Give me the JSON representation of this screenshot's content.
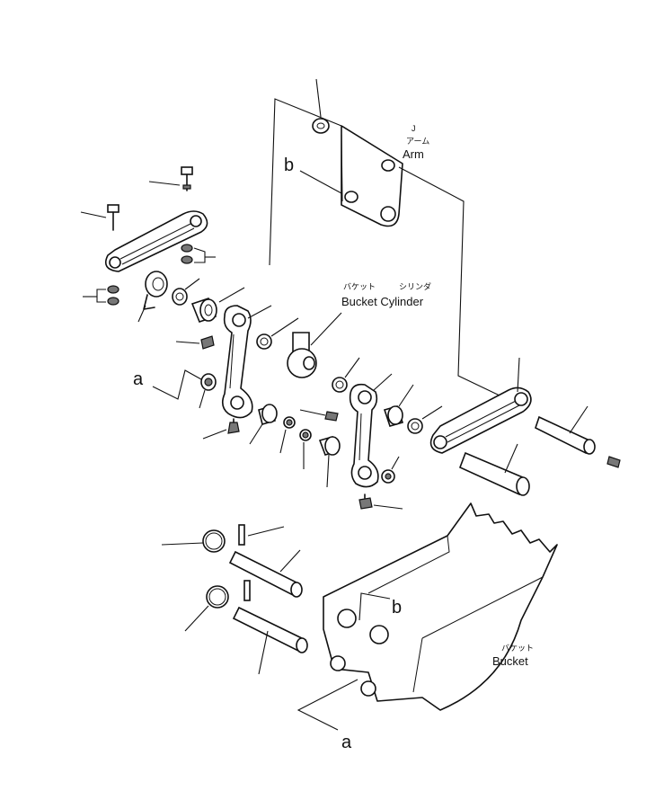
{
  "labels": {
    "arm": {
      "jp": "アーム",
      "en": "Arm",
      "mark": "J"
    },
    "bucket_cylinder": {
      "jp_left": "バケット",
      "jp_right": "シリンダ",
      "en": "Bucket Cylinder"
    },
    "bucket": {
      "jp": "バケット",
      "en": "Bucket"
    },
    "ref_a_top": "a",
    "ref_a_bottom": "a",
    "ref_b_top": "b",
    "ref_b_bottom": "b"
  }
}
